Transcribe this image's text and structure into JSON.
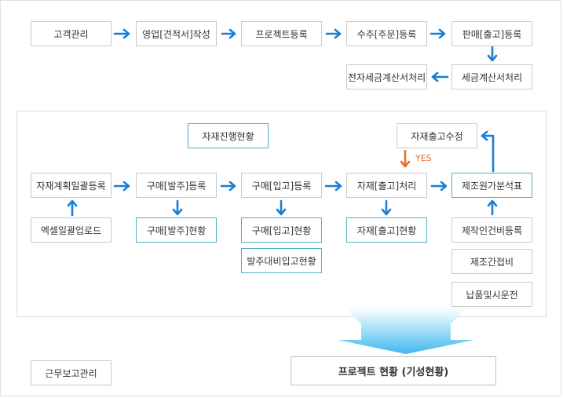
{
  "nodes": {
    "customer": "고객관리",
    "quote": "영업[견적서]작성",
    "project_reg": "프로젝트등록",
    "order_reg": "수주[주문]등록",
    "sales_reg": "판매[출고]등록",
    "tax_invoice": "세금계산서처리",
    "e_tax_invoice": "전자세금계산서처리",
    "material_status": "자재진행현황",
    "material_release_edit": "자재출고수정",
    "material_plan_upload": "자재계획일괄등록",
    "excel_upload": "엑셀일괄업로드",
    "purchase_order_reg": "구매[발주]등록",
    "purchase_order_status": "구매[발주]현황",
    "purchase_receipt_reg": "구매[입고]등록",
    "purchase_receipt_status": "구매[입고]현황",
    "order_vs_receipt": "발주대비입고현황",
    "material_release_proc": "자재[출고]처리",
    "material_release_status": "자재[출고]현황",
    "cost_analysis": "제조원가분석표",
    "labor_cost_reg": "제작인건비등록",
    "overhead": "제조간접비",
    "delivery_trial": "납품및시운전",
    "work_report": "근무보고관리",
    "project_status": "프로젝트 현황 (기성현황)"
  },
  "labels": {
    "yes": "YES"
  },
  "colors": {
    "arrow_blue": "#1a7fd4",
    "arrow_orange": "#f26a2e",
    "box_border": "#c9c9c9",
    "teal_border": "#4fb0c3",
    "text": "#333333"
  }
}
